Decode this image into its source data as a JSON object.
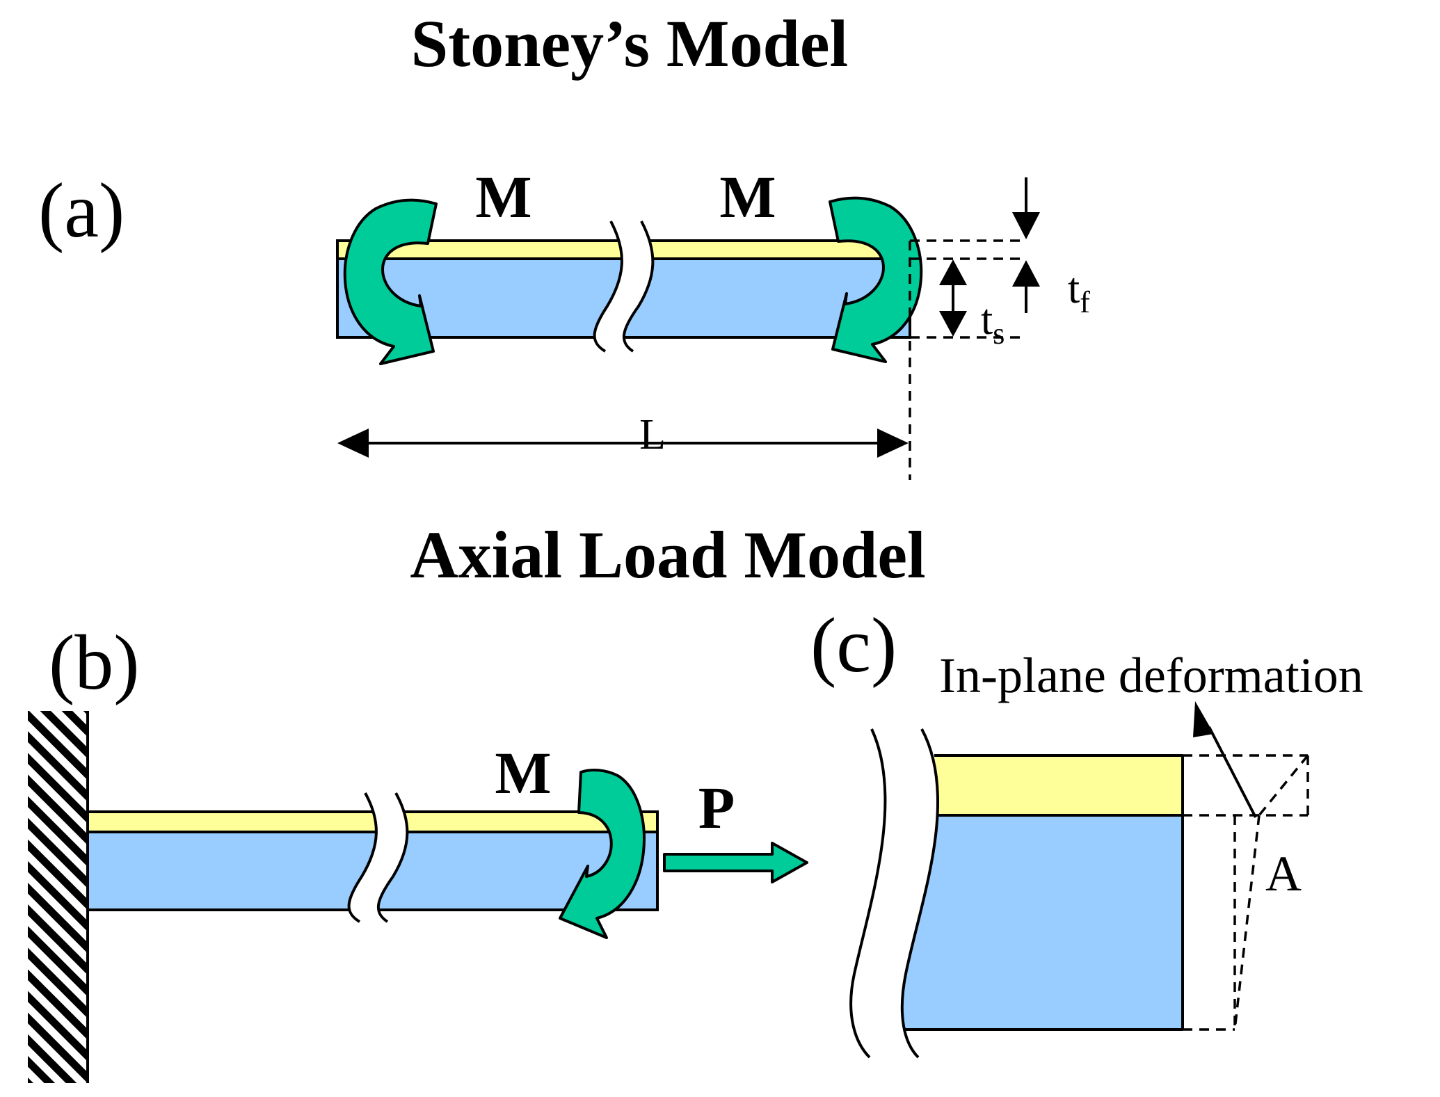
{
  "titles": {
    "top": "Stoney’s Model",
    "bottom": "Axial Load Model"
  },
  "panels": {
    "a": "(a)",
    "b": "(b)",
    "c": "(c)"
  },
  "labels": {
    "moment_left_a": "M",
    "moment_right_a": "M",
    "moment_b": "M",
    "force_b": "P",
    "length": "L",
    "film_thickness_base": "t",
    "film_thickness_sub": "f",
    "substrate_thickness_base": "t",
    "substrate_thickness_sub": "s",
    "in_plane": "In-plane deformation",
    "point_a": "A"
  },
  "colors": {
    "film": "#ffff99",
    "substrate": "#99ccff",
    "arrow": "#00cc99",
    "stroke": "#000000"
  }
}
